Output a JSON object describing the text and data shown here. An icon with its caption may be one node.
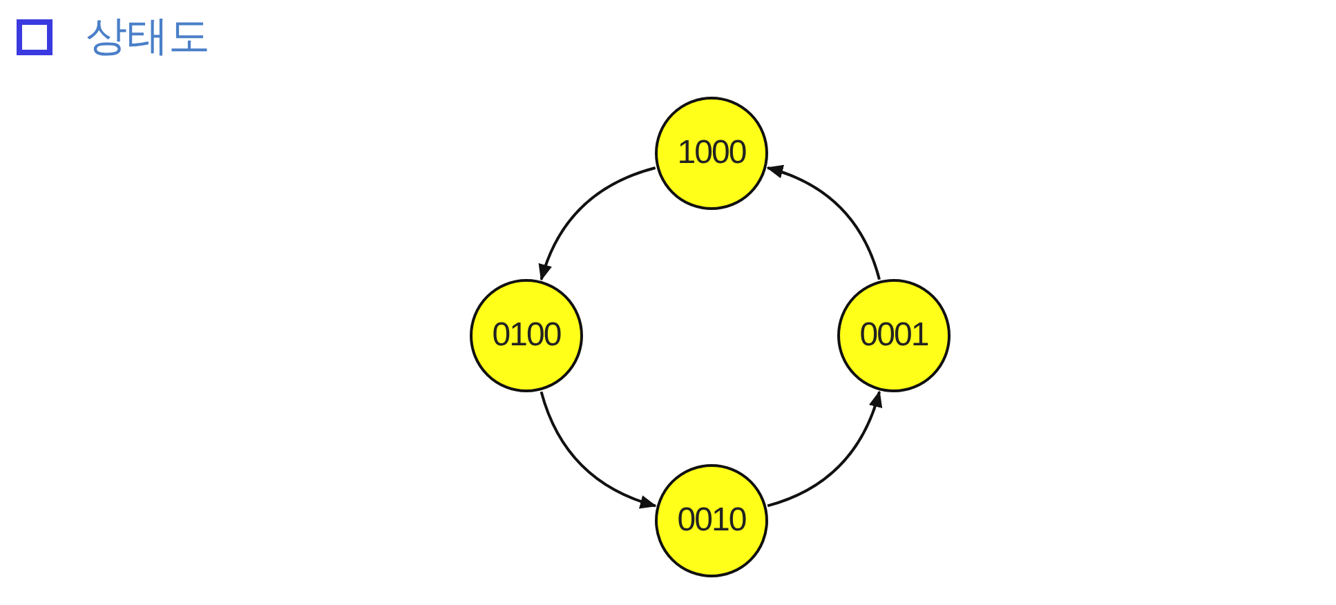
{
  "diagram": {
    "title": "상태도",
    "nodes": [
      {
        "text": [
          "1000"
        ]
      },
      {
        "text": [
          "0100"
        ]
      },
      {
        "text": [
          "0001"
        ]
      },
      {
        "text": [
          "0010"
        ]
      }
    ],
    "edges": [
      {
        "from": 0,
        "to": 1,
        "arrow": "to"
      },
      {
        "from": 1,
        "to": 3,
        "arrow": "to"
      },
      {
        "from": 3,
        "to": 2,
        "arrow": "to"
      },
      {
        "from": 2,
        "to": 0,
        "arrow": "to"
      }
    ]
  }
}
